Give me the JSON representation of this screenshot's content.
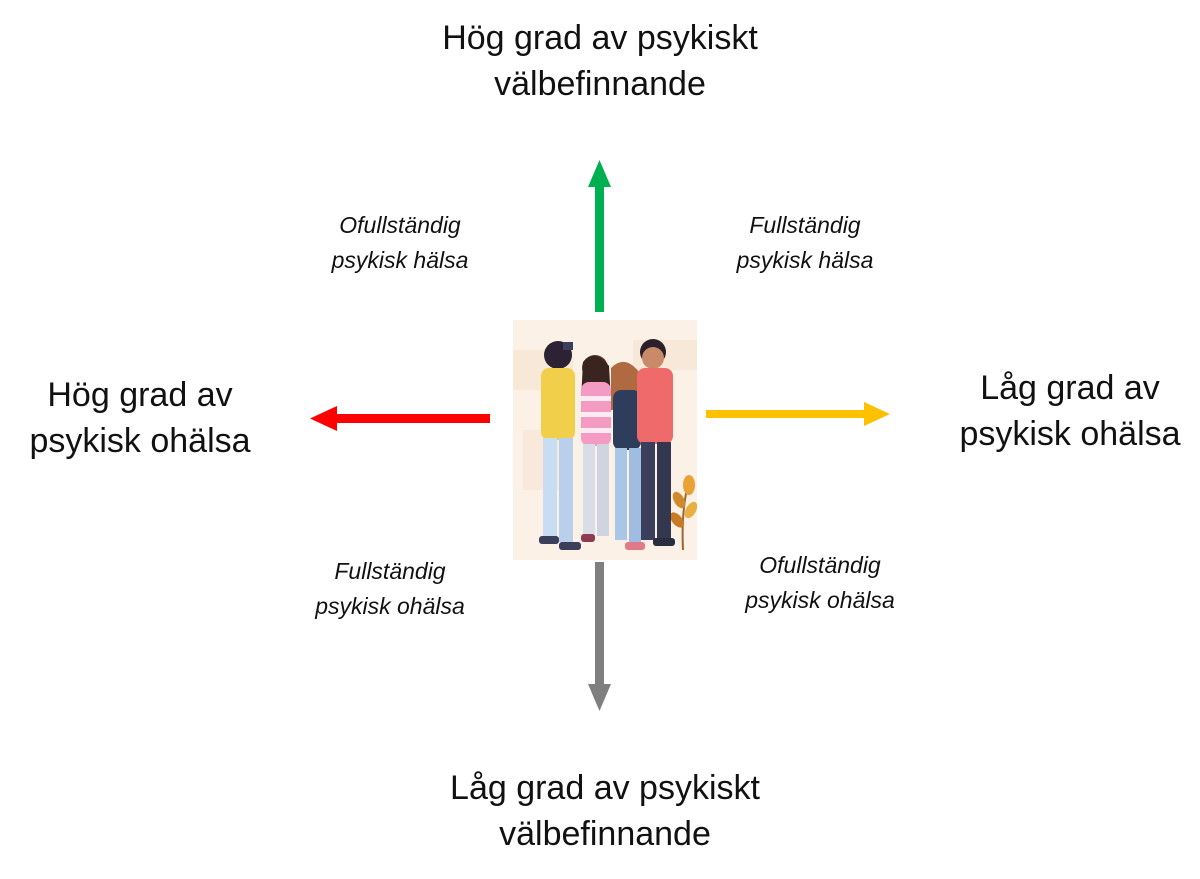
{
  "axes": {
    "top": {
      "line1": "Hög grad av psykiskt",
      "line2": "välbefinnande"
    },
    "bottom": {
      "line1": "Låg grad av psykiskt",
      "line2": "välbefinnande"
    },
    "left": {
      "line1": "Hög grad av",
      "line2": "psykisk ohälsa"
    },
    "right": {
      "line1": "Låg grad av",
      "line2": "psykisk ohälsa"
    }
  },
  "quadrants": {
    "top_left": {
      "line1": "Ofullständig",
      "line2": "psykisk hälsa"
    },
    "top_right": {
      "line1": "Fullständig",
      "line2": "psykisk hälsa"
    },
    "bottom_left": {
      "line1": "Fullständig",
      "line2": "psykisk ohälsa"
    },
    "bottom_right": {
      "line1": "Ofullständig",
      "line2": "psykisk ohälsa"
    }
  },
  "colors": {
    "arrow_up": "#00b050",
    "arrow_left": "#ff0000",
    "arrow_right": "#ffc000",
    "arrow_down": "#7f7f7f"
  }
}
